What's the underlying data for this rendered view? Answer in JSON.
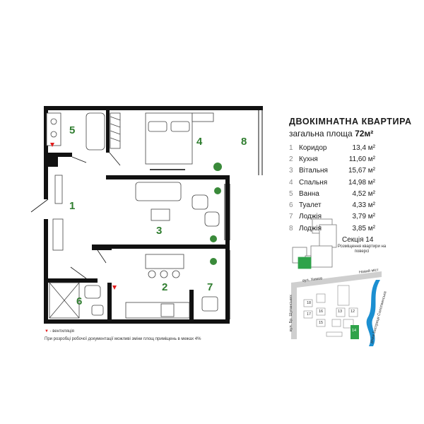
{
  "header": {
    "title": "ДВОКІМНАТНА КВАРТИРА",
    "area_label": "загальна площа",
    "area_value": "72м²"
  },
  "rooms": [
    {
      "num": "1",
      "name": "Коридор",
      "area": "13,4 м²"
    },
    {
      "num": "2",
      "name": "Кухня",
      "area": "11,60 м²"
    },
    {
      "num": "3",
      "name": "Вітальня",
      "area": "15,67 м²"
    },
    {
      "num": "4",
      "name": "Спальня",
      "area": "14,98 м²"
    },
    {
      "num": "5",
      "name": "Ванна",
      "area": "4,52 м²"
    },
    {
      "num": "6",
      "name": "Туалет",
      "area": "4,33 м²"
    },
    {
      "num": "7",
      "name": "Лоджія",
      "area": "3,79 м²"
    },
    {
      "num": "8",
      "name": "Лоджія",
      "area": "3,85 м²"
    }
  ],
  "section": {
    "label": "Секція 14",
    "note": "Розміщення квартири на поверсі"
  },
  "map": {
    "street_top": "вул. Химов",
    "street_right": "Новий міст",
    "street_left": "вул. Бр. Шупанських",
    "river": "річка Бистриця Солотвинська",
    "blocks": [
      "18",
      "17",
      "16",
      "15",
      "13",
      "12",
      "14"
    ]
  },
  "notes": {
    "ventilation": "- вентиляція",
    "disclaimer": "При розробці робочої документації можливі зміни площ приміщень в межах 4%"
  },
  "colors": {
    "accent": "#2f7d2f",
    "wall": "#111111",
    "highlight": "#2fa34a",
    "river": "#1b8fd1",
    "vent": "#e21b1b"
  }
}
